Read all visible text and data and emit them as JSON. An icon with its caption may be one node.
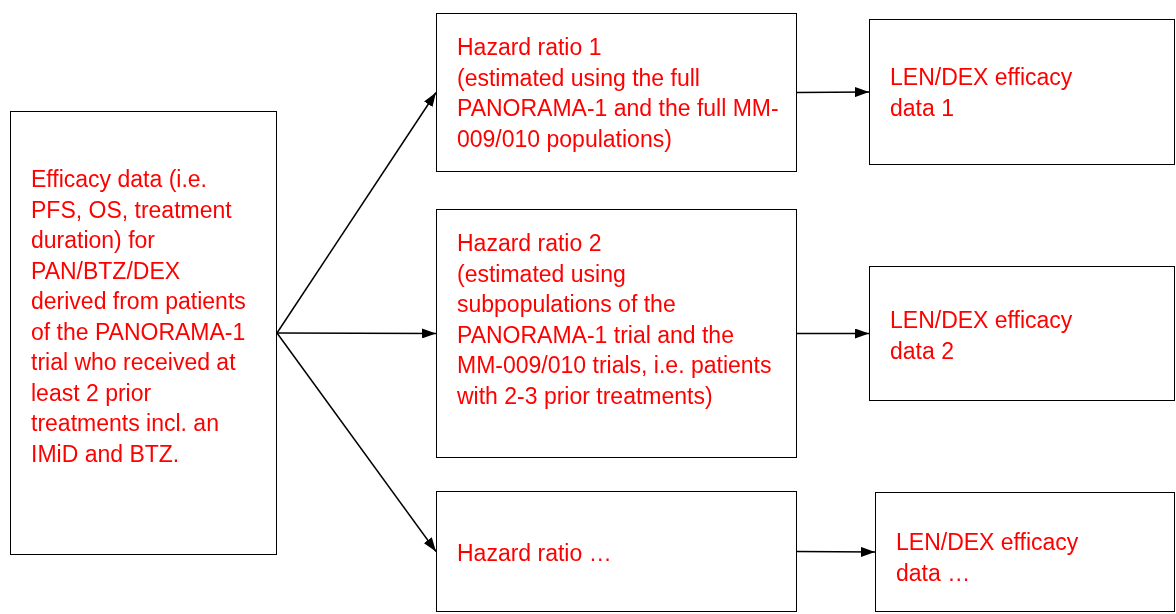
{
  "diagram": {
    "nodes": [
      {
        "text": [
          "Efficacy data (i.e. PFS, OS, treatment duration) for PAN/BTZ/DEX derived from patients of the PANORAMA-1 trial who received at least 2 prior treatments incl. an IMiD and BTZ."
        ]
      },
      {
        "text": [
          "Hazard ratio 1",
          "(estimated using the full PANORAMA-1 and the full MM-009/010 populations)"
        ]
      },
      {
        "text": [
          "Hazard ratio 2",
          "(estimated using subpopulations of the PANORAMA-1 trial and the MM-009/010 trials, i.e. patients with 2-3 prior treatments)"
        ]
      },
      {
        "text": [
          "Hazard ratio …"
        ]
      },
      {
        "text": [
          "LEN/DEX efficacy data 1"
        ]
      },
      {
        "text": [
          "LEN/DEX efficacy data 2"
        ]
      },
      {
        "text": [
          "LEN/DEX efficacy data …"
        ]
      }
    ],
    "edges": [
      {
        "from": 0,
        "to": 1,
        "arrow": "to"
      },
      {
        "from": 0,
        "to": 2,
        "arrow": "to"
      },
      {
        "from": 0,
        "to": 3,
        "arrow": "to"
      },
      {
        "from": 1,
        "to": 4,
        "arrow": "to"
      },
      {
        "from": 2,
        "to": 5,
        "arrow": "to"
      },
      {
        "from": 3,
        "to": 6,
        "arrow": "to"
      }
    ]
  }
}
